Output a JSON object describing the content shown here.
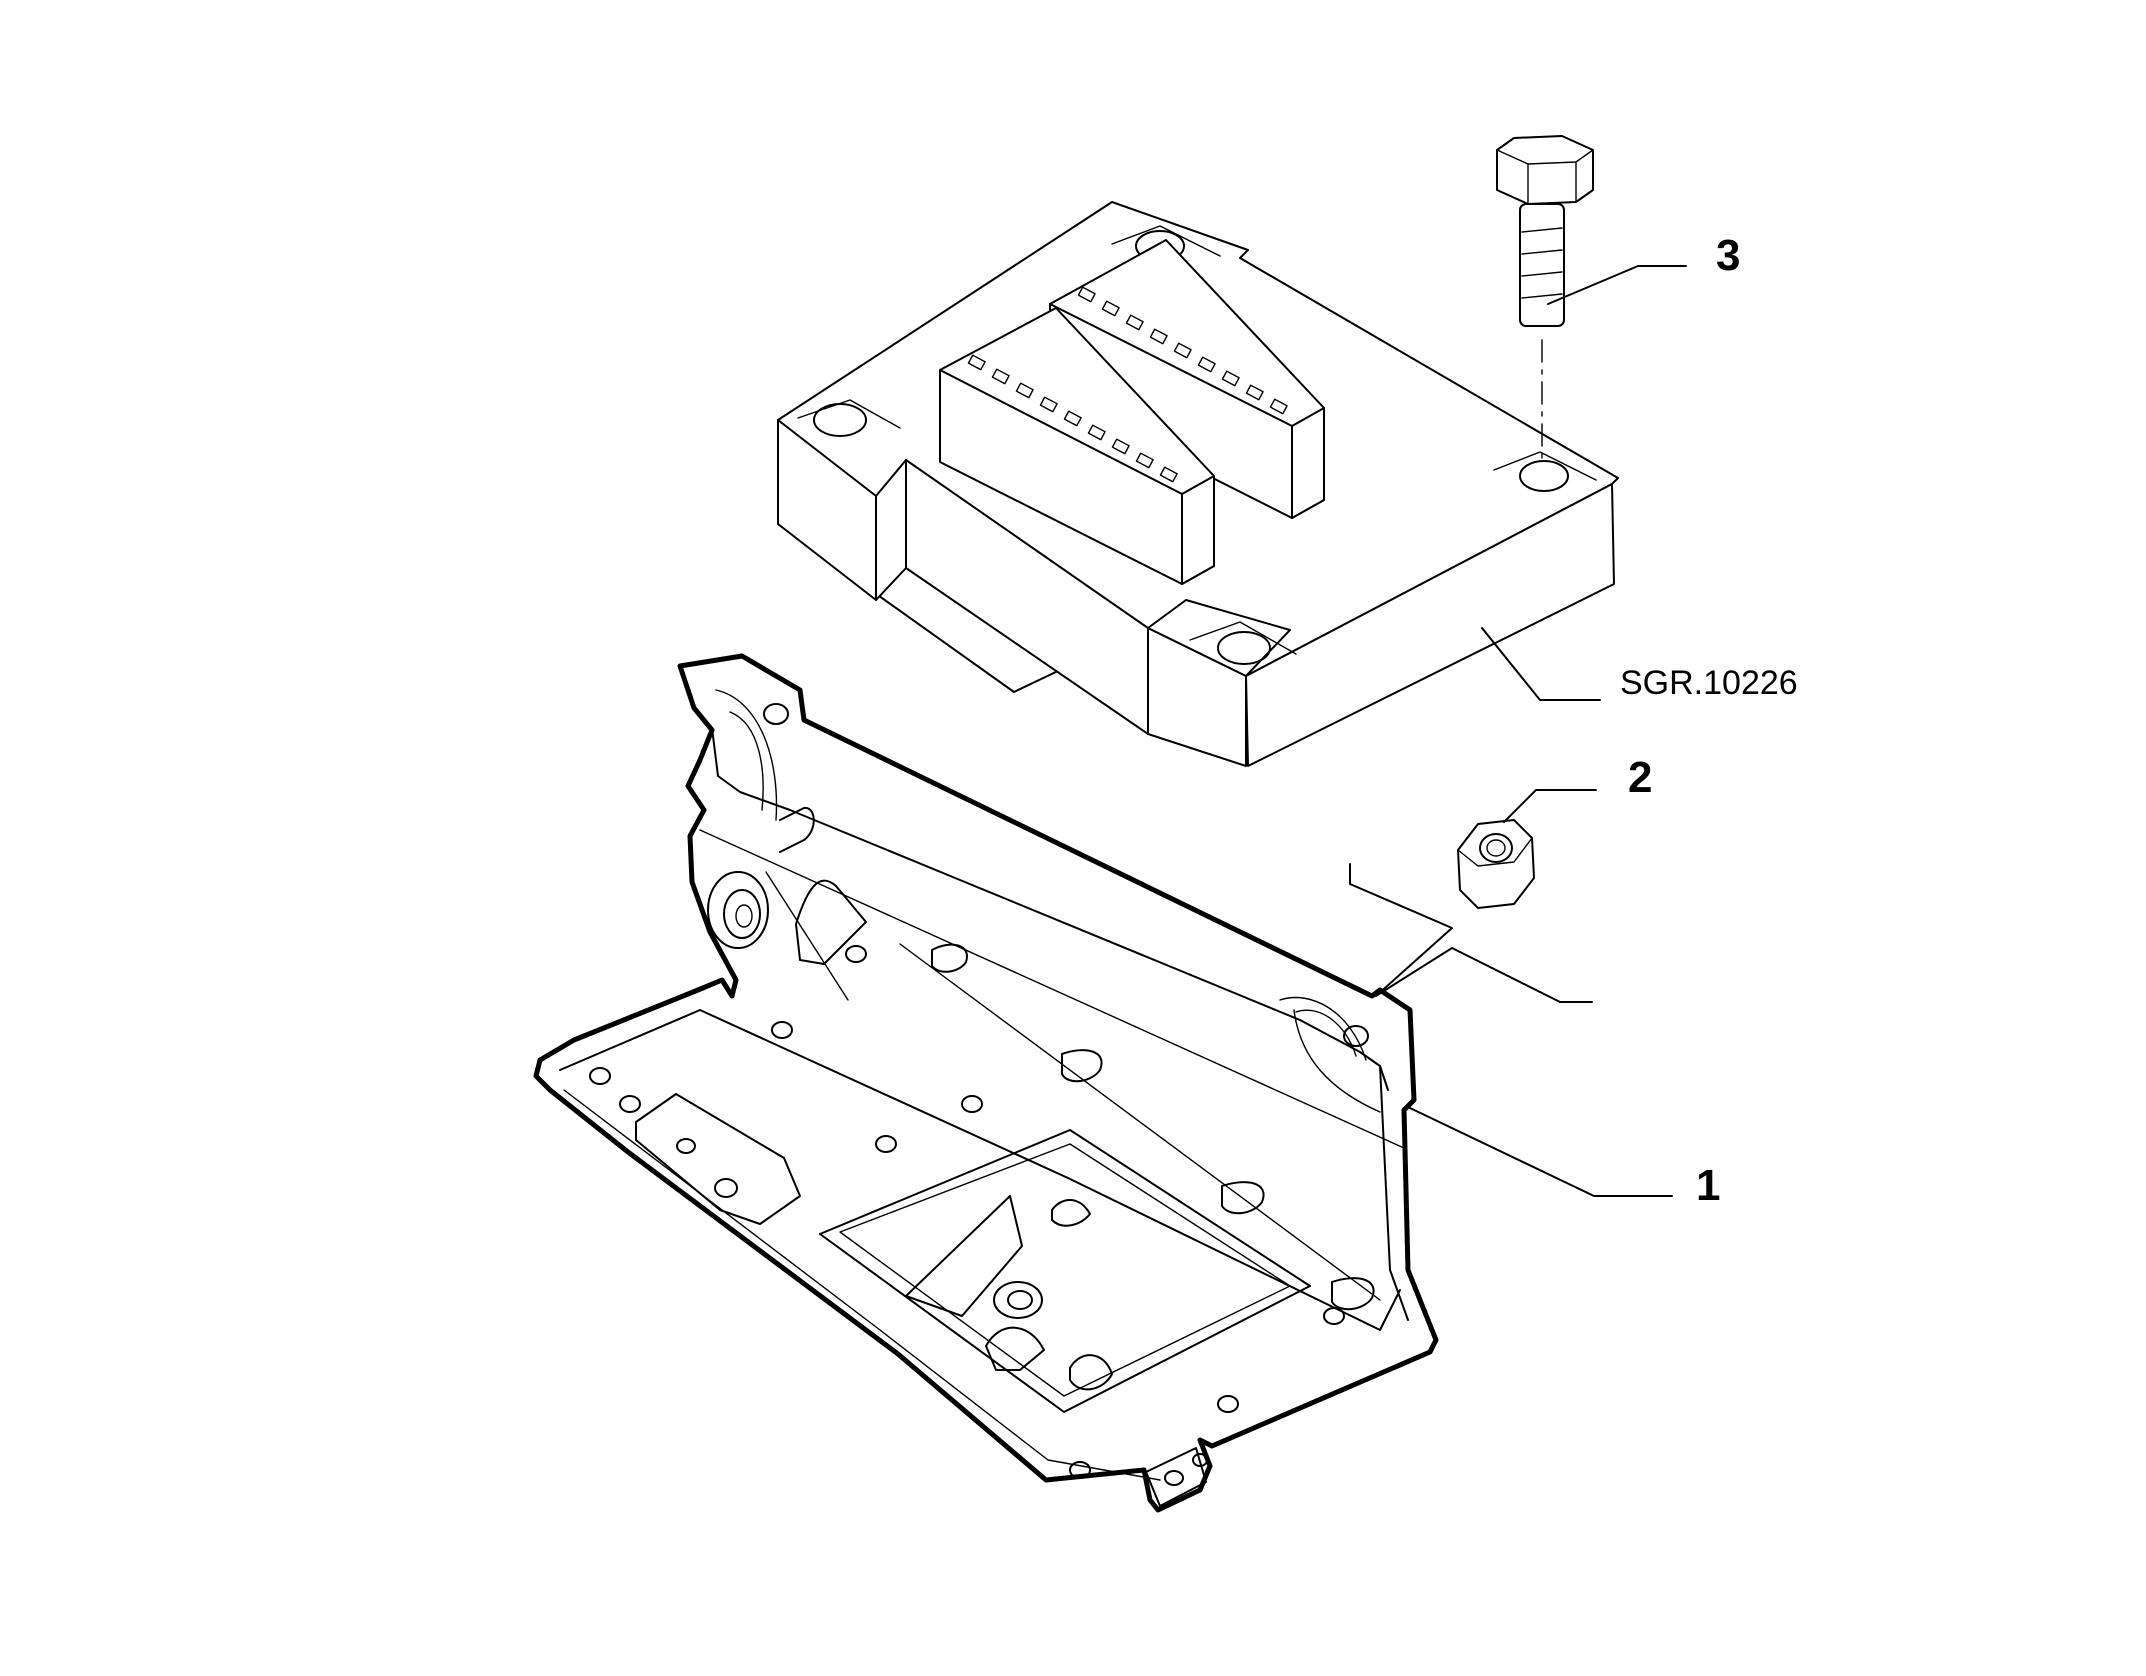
{
  "callouts": {
    "bracket": "1",
    "nut": "2",
    "bolt": "3",
    "control_unit": "SGR.10226"
  }
}
